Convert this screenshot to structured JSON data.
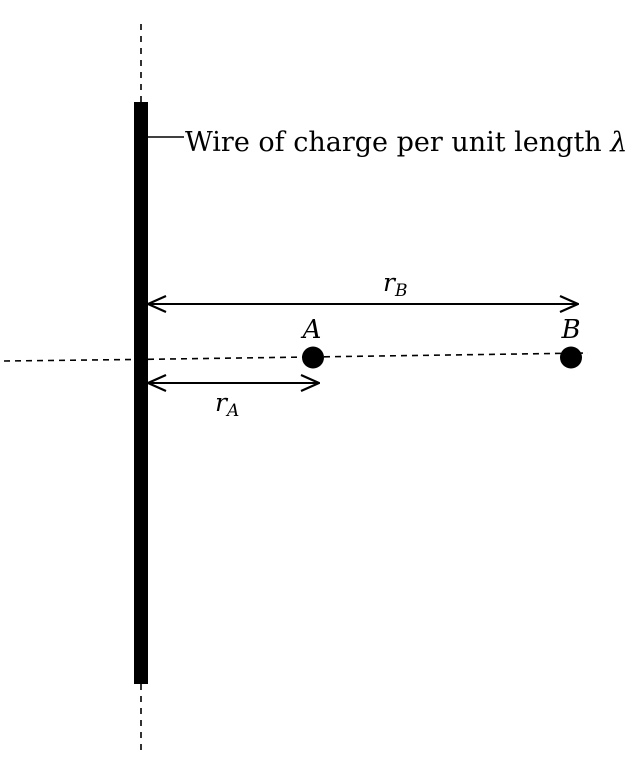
{
  "diagram": {
    "wire_label": "Wire of charge per unit length",
    "wire_symbol": "λ",
    "point_a": "A",
    "point_b": "B",
    "distance_a": {
      "symbol": "r",
      "subscript": "A"
    },
    "distance_b": {
      "symbol": "r",
      "subscript": "B"
    }
  },
  "colors": {
    "ink": "#000000",
    "background": "#ffffff"
  }
}
